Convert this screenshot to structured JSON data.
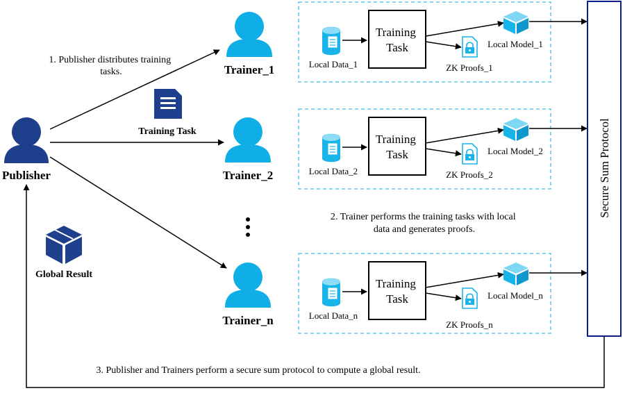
{
  "publisher": {
    "label": "Publisher"
  },
  "trainers": [
    {
      "label": "Trainer_1",
      "local_data": "Local Data_1",
      "task": [
        "Training",
        "Task"
      ],
      "model": "Local Model_1",
      "proofs": "ZK Proofs_1"
    },
    {
      "label": "Trainer_2",
      "local_data": "Local Data_2",
      "task": [
        "Training",
        "Task"
      ],
      "model": "Local Model_2",
      "proofs": "ZK Proofs_2"
    },
    {
      "label": "Trainer_n",
      "local_data": "Local Data_n",
      "task": [
        "Training",
        "Task"
      ],
      "model": "Local Model_n",
      "proofs": "ZK Proofs_n"
    }
  ],
  "training_task_doc": {
    "label": "Training Task"
  },
  "global_result": {
    "label": "Global Result"
  },
  "secure_sum": {
    "label": "Secure Sum Protocol"
  },
  "steps": {
    "step1": [
      "1. Publisher distributes training",
      "tasks."
    ],
    "step2": [
      "2. Trainer performs the training tasks with local",
      "data and generates proofs."
    ],
    "step3": "3. Publisher and Trainers perform a secure sum protocol to compute a global result."
  },
  "colors": {
    "publisher": "#1d3f8c",
    "trainer": "#10aee6",
    "icon": "#18b4ea",
    "dash": "#38bfe8",
    "protocol_box": "#0c1d8a",
    "arrow": "#000000"
  },
  "icons": {
    "publisher": "person-icon",
    "trainer": "person-icon",
    "doc": "document-icon",
    "global": "package-box-icon",
    "data": "database-icon",
    "model": "cube-icon",
    "proof": "lock-file-icon"
  }
}
